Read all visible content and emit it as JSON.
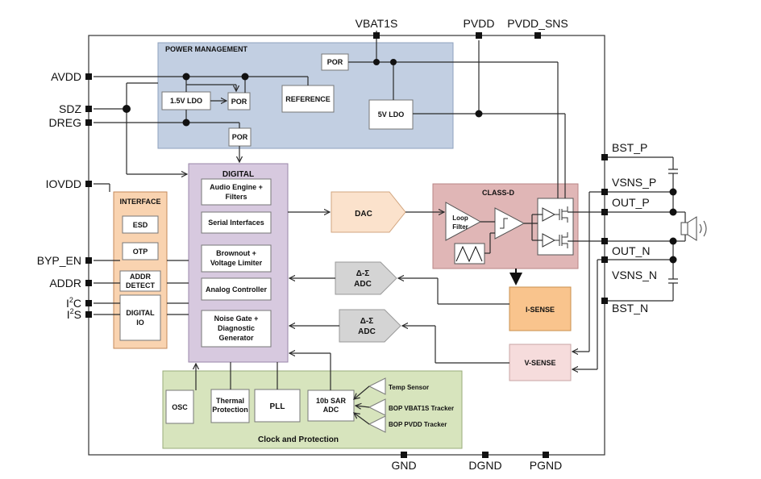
{
  "pins": {
    "vbat1s": "VBAT1S",
    "pvdd": "PVDD",
    "pvdd_sns": "PVDD_SNS",
    "avdd": "AVDD",
    "sdz": "SDZ",
    "dreg": "DREG",
    "iovdd": "IOVDD",
    "byp_en": "BYP_EN",
    "addr": "ADDR",
    "i2c_base": "I",
    "i2c_sup": "2",
    "i2c_tail": "C",
    "i2s_base": "I",
    "i2s_sup": "2",
    "i2s_tail": "S",
    "bst_p": "BST_P",
    "vsns_p": "VSNS_P",
    "out_p": "OUT_P",
    "out_n": "OUT_N",
    "vsns_n": "VSNS_N",
    "bst_n": "BST_N",
    "gnd": "GND",
    "dgnd": "DGND",
    "pgnd": "PGND"
  },
  "power_management": {
    "title": "POWER MANAGEMENT",
    "por_top": "POR",
    "ldo_1v5": "1.5V LDO",
    "por_mid": "POR",
    "reference": "REFERENCE",
    "ldo_5v": "5V LDO",
    "por_low": "POR"
  },
  "interface": {
    "title": "INTERFACE",
    "esd": "ESD",
    "otp": "OTP",
    "addr_detect_1": "ADDR",
    "addr_detect_2": "DETECT",
    "digital_io_1": "DIGITAL",
    "digital_io_2": "IO"
  },
  "digital": {
    "title": "DIGITAL",
    "audio_engine_1": "Audio Engine +",
    "audio_engine_2": "Filters",
    "serial_interfaces": "Serial Interfaces",
    "brownout_1": "Brownout  +",
    "brownout_2": "Voltage Limiter",
    "analog_controller": "Analog Controller",
    "noise_gate_1": "Noise Gate +",
    "noise_gate_2": "Diagnostic",
    "noise_gate_3": "Generator"
  },
  "signal_chain": {
    "dac": "DAC",
    "adc1_1": "Δ-Σ",
    "adc1_2": "ADC",
    "adc2_1": "Δ-Σ",
    "adc2_2": "ADC",
    "class_d": "CLASS-D",
    "loop_filter_1": "Loop",
    "loop_filter_2": "Filter",
    "i_sense": "I-SENSE",
    "v_sense": "V-SENSE"
  },
  "clock_protection": {
    "title": "Clock and Protection",
    "osc": "OSC",
    "thermal_1": "Thermal",
    "thermal_2": "Protection",
    "pll": "PLL",
    "sar_1": "10b SAR",
    "sar_2": "ADC",
    "temp_sensor": "Temp Sensor",
    "bop_vbat1s": "BOP VBAT1S Tracker",
    "bop_pvdd": "BOP PVDD Tracker"
  },
  "colors": {
    "power_management_fill": "#c2cfe2",
    "interface_fill": "#f9d3b0",
    "digital_fill": "#d7c9df",
    "dac_fill": "#fbe2cc",
    "adc_fill": "#d4d4d4",
    "class_d_fill": "#e0b6b6",
    "i_sense_fill": "#f9c48d",
    "v_sense_fill": "#f6dcdc",
    "clock_fill": "#d7e4bd"
  }
}
